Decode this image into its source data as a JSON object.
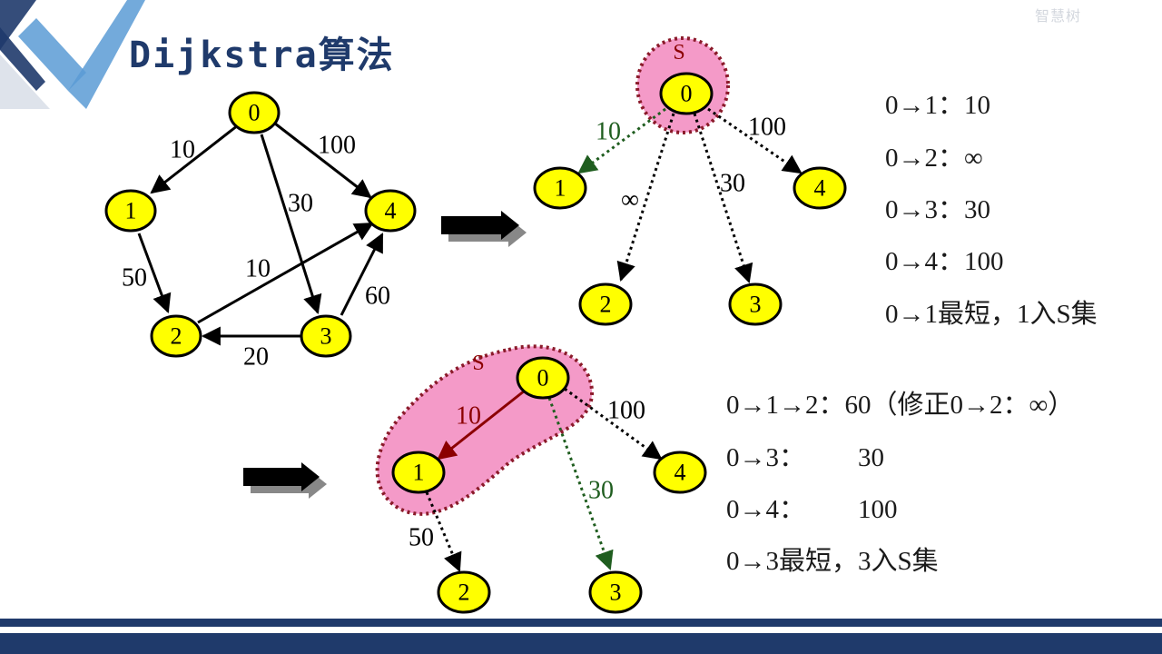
{
  "title": "Dijkstra算法",
  "watermark": "智慧树",
  "graph": {
    "nodes": [
      "0",
      "1",
      "2",
      "3",
      "4"
    ],
    "edges": [
      {
        "from": "0",
        "to": "1",
        "w": "10"
      },
      {
        "from": "0",
        "to": "3",
        "w": "30"
      },
      {
        "from": "0",
        "to": "4",
        "w": "100"
      },
      {
        "from": "1",
        "to": "2",
        "w": "50"
      },
      {
        "from": "2",
        "to": "4",
        "w": "10"
      },
      {
        "from": "3",
        "to": "2",
        "w": "20"
      },
      {
        "from": "3",
        "to": "4",
        "w": "60"
      }
    ]
  },
  "step1": {
    "set_label": "S",
    "edge_labels": {
      "to1": "10",
      "to2": "∞",
      "to3": "30",
      "to4": "100"
    },
    "lines": [
      "0→1：10",
      "0→2：∞",
      "0→3：30",
      "0→4：100",
      "0→1最短，1入S集"
    ]
  },
  "step2": {
    "set_label": "S",
    "edge_labels": {
      "e01": "10",
      "e04": "100",
      "e03": "30",
      "e12": "50"
    },
    "lines": [
      "0→1→2：60（修正0→2：∞）",
      "0→3：        30",
      "0→4：        100",
      "0→3最短，3入S集"
    ]
  },
  "colors": {
    "node_fill": "#ffff00",
    "set_fill": "#f49ac8",
    "set_border": "#8b1a2a",
    "dark_blue": "#1f3a6b",
    "green": "#1f5d1f",
    "red": "#8b0000"
  }
}
